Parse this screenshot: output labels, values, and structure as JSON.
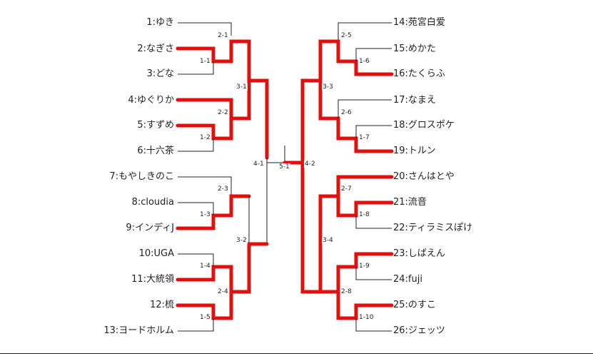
{
  "players": [
    {
      "seed": "1",
      "label": "1:ゆき"
    },
    {
      "seed": "2",
      "label": "2:なぎさ"
    },
    {
      "seed": "3",
      "label": "3:どな"
    },
    {
      "seed": "4",
      "label": "4:ゆぐりか"
    },
    {
      "seed": "5",
      "label": "5:すずめ"
    },
    {
      "seed": "6",
      "label": "6:十六茶"
    },
    {
      "seed": "7",
      "label": "7:もやしきのこ"
    },
    {
      "seed": "8",
      "label": "8:cloudia"
    },
    {
      "seed": "9",
      "label": "9:インディJ"
    },
    {
      "seed": "10",
      "label": "10:UGA"
    },
    {
      "seed": "11",
      "label": "11:大統領"
    },
    {
      "seed": "12",
      "label": "12:梳"
    },
    {
      "seed": "13",
      "label": "13:ヨードホルム"
    },
    {
      "seed": "14",
      "label": "14:苑宮白爱"
    },
    {
      "seed": "15",
      "label": "15:めかた"
    },
    {
      "seed": "16",
      "label": "16:たくらふ"
    },
    {
      "seed": "17",
      "label": "17:なまえ"
    },
    {
      "seed": "18",
      "label": "18:グロスポケ"
    },
    {
      "seed": "19",
      "label": "19:トルン"
    },
    {
      "seed": "20",
      "label": "20:さんはとや"
    },
    {
      "seed": "21",
      "label": "21:流音"
    },
    {
      "seed": "22",
      "label": "22:ティラミスぽけ"
    },
    {
      "seed": "23",
      "label": "23:しばえん"
    },
    {
      "seed": "24",
      "label": "24:fuji"
    },
    {
      "seed": "25",
      "label": "25:のすこ"
    },
    {
      "seed": "26",
      "label": "26:ジェッツ"
    }
  ],
  "matches": {
    "m1_1": "1-1",
    "m1_2": "1-2",
    "m1_3": "1-3",
    "m1_4": "1-4",
    "m1_5": "1-5",
    "m1_6": "1-6",
    "m1_7": "1-7",
    "m1_8": "1-8",
    "m1_9": "1-9",
    "m1_10": "1-10",
    "m2_1": "2-1",
    "m2_2": "2-2",
    "m2_3": "2-3",
    "m2_4": "2-4",
    "m2_5": "2-5",
    "m2_6": "2-6",
    "m2_7": "2-7",
    "m2_8": "2-8",
    "m3_1": "3-1",
    "m3_2": "3-2",
    "m3_3": "3-3",
    "m3_4": "3-4",
    "m4_1": "4-1",
    "m4_2": "4-2",
    "m5_1": "5-1"
  },
  "colors": {
    "winner_line": "#e0100f",
    "bracket_line": "#222222"
  }
}
